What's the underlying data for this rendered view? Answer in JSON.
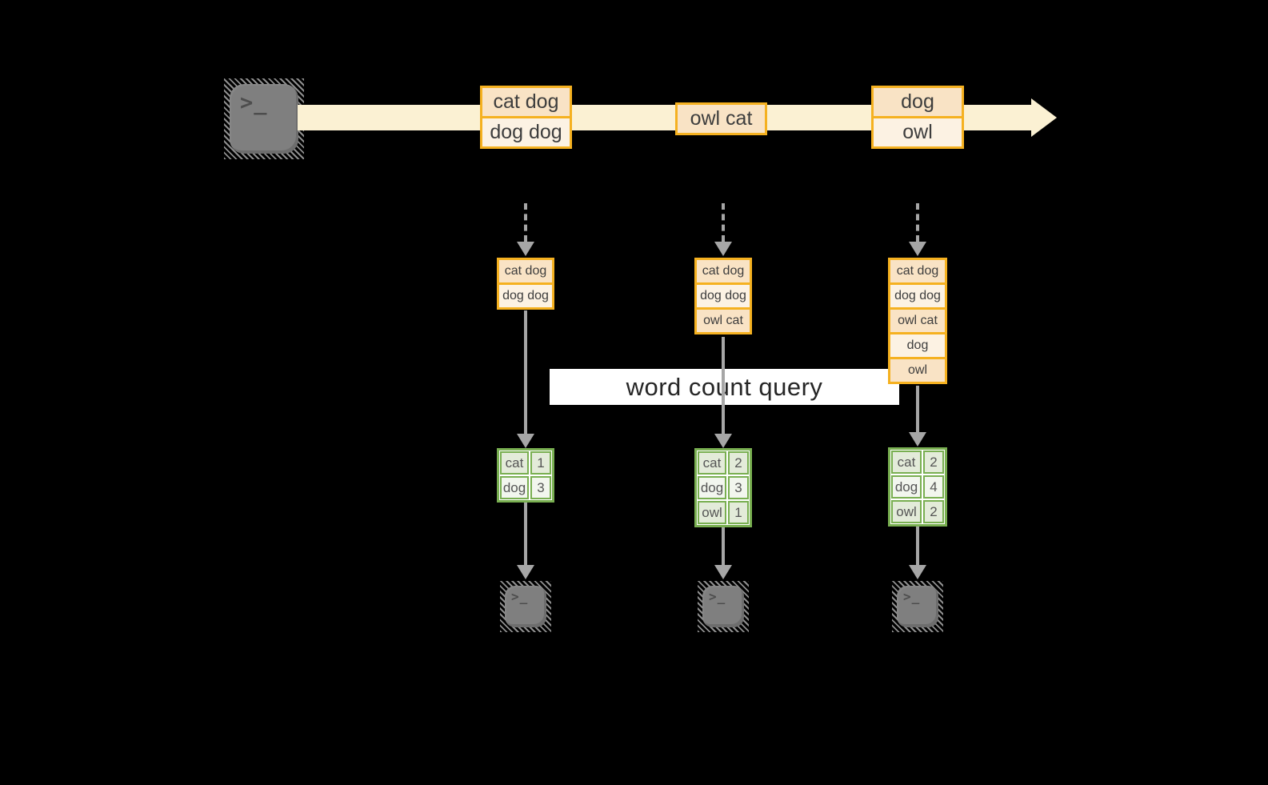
{
  "colors": {
    "background": "#000000",
    "stream_band": "#fbf1d3",
    "amber_border": "#f5b120",
    "amber_fill_dark": "#f9e3c5",
    "amber_fill_light": "#fcf2e3",
    "green_border": "#79af51",
    "green_fill_dark": "#e3ebd9",
    "green_fill_light": "#f2f6ee",
    "arrow_gray": "#a6a6a6",
    "terminal_gray": "#7f7f7f"
  },
  "icons": {
    "terminal_glyph": ">_"
  },
  "stream": {
    "batches": [
      {
        "records": [
          "cat dog",
          "dog dog"
        ]
      },
      {
        "records": [
          "owl cat"
        ]
      },
      {
        "records": [
          "dog",
          "owl"
        ]
      }
    ]
  },
  "query": {
    "label": "word count query"
  },
  "columns": [
    {
      "state": [
        "cat dog",
        "dog dog"
      ],
      "result": [
        {
          "word": "cat",
          "count": "1"
        },
        {
          "word": "dog",
          "count": "3"
        }
      ]
    },
    {
      "state": [
        "cat dog",
        "dog dog",
        "owl cat"
      ],
      "result": [
        {
          "word": "cat",
          "count": "2"
        },
        {
          "word": "dog",
          "count": "3"
        },
        {
          "word": "owl",
          "count": "1"
        }
      ]
    },
    {
      "state": [
        "cat dog",
        "dog dog",
        "owl cat",
        "dog",
        "owl"
      ],
      "result": [
        {
          "word": "cat",
          "count": "2"
        },
        {
          "word": "dog",
          "count": "4"
        },
        {
          "word": "owl",
          "count": "2"
        }
      ]
    }
  ]
}
